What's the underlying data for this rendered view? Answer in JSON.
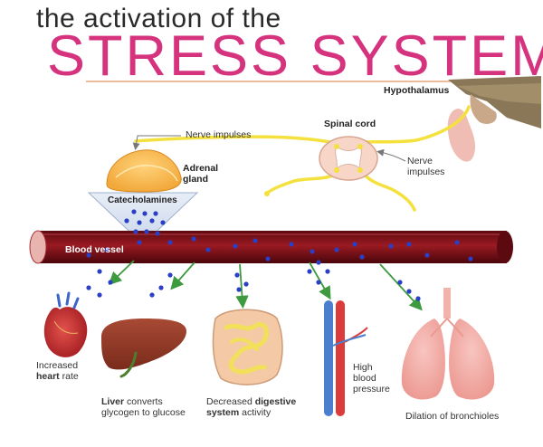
{
  "title": {
    "line1": "the activation of the",
    "line2": "STRESS SYSTEM"
  },
  "labels": {
    "hypothalamus": "Hypothalamus",
    "spinal_cord": "Spinal cord",
    "nerve_impulses_top": "Nerve impulses",
    "nerve_impulses_right": "Nerve impulses",
    "adrenal_gland": "Adrenal gland",
    "catecholamines": "Catecholamines",
    "blood_vessel": "Blood vessel"
  },
  "effects": {
    "heart": {
      "pre": "Increased",
      "bold": "heart",
      "post": "rate"
    },
    "liver": {
      "bold": "Liver",
      "post": "converts glycogen to glucose"
    },
    "digestive": {
      "pre": "Decreased",
      "bold": "digestive system",
      "post": "activity"
    },
    "blood_pressure": {
      "text": "High blood pressure"
    },
    "bronchioles": {
      "text": "Dilation of bronchioles"
    }
  },
  "colors": {
    "title_pink": "#d6337e",
    "vessel_red": "#8e1019",
    "nerve_yellow": "#f4e13d",
    "molecule_blue": "#2b3fc4",
    "arrow_green": "#3d9a3f"
  }
}
